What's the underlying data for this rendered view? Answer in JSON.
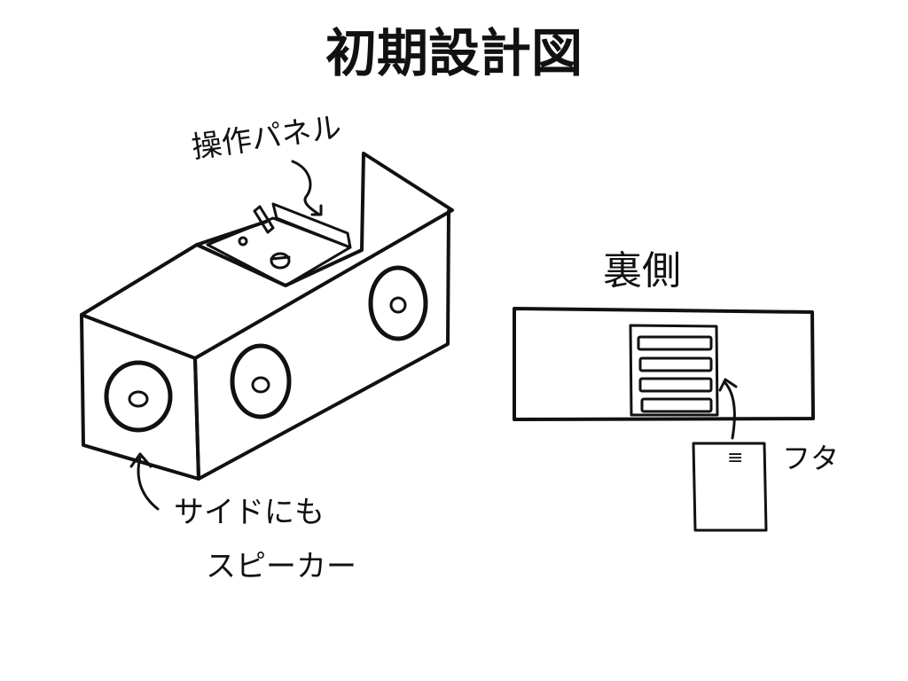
{
  "title": "初期設計図",
  "labels": {
    "control_panel": "操作パネル",
    "back_side": "裏側",
    "lid": "フタ",
    "lid_mark": "≡",
    "side_speaker_line1": "サイドにも",
    "side_speaker_line2": "スピーカー"
  },
  "colors": {
    "ink": "#111111",
    "background": "#ffffff"
  }
}
